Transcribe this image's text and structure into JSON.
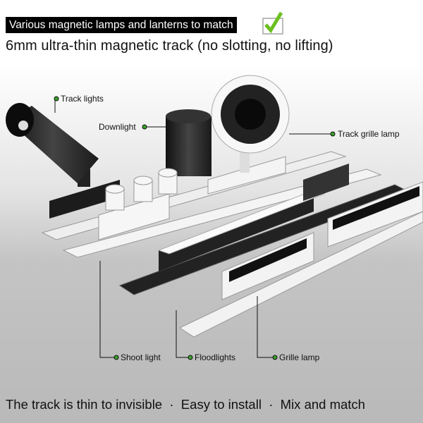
{
  "header": {
    "banner": "Various magnetic lamps and lanterns to match",
    "subtitle": "6mm ultra-thin magnetic track (no slotting, no lifting)"
  },
  "labels": {
    "track_lights": "Track lights",
    "downlight": "Downlight",
    "track_grille_lamp": "Track grille lamp",
    "shoot_light": "Shoot light",
    "floodlights": "Floodlights",
    "grille_lamp": "Grille lamp"
  },
  "footer": "The track is thin to invisible  ·  Easy to install  ·  Mix and match",
  "colors": {
    "accent": "#6cbf1f",
    "floor": "#bcbcbc",
    "banner_bg": "#000000"
  }
}
